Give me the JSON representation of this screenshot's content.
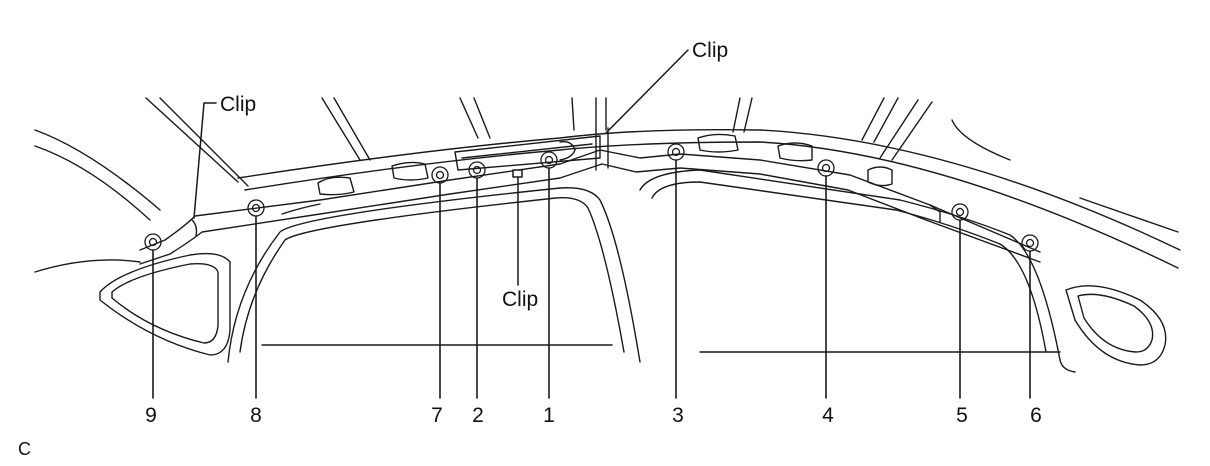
{
  "diagram": {
    "figure_code": "C",
    "callout_label": "Clip",
    "numbers": {
      "n1": "1",
      "n2": "2",
      "n3": "3",
      "n4": "4",
      "n5": "5",
      "n6": "6",
      "n7": "7",
      "n8": "8",
      "n9": "9"
    },
    "colors": {
      "line": "#1a1a1a",
      "background": "#ffffff"
    }
  }
}
